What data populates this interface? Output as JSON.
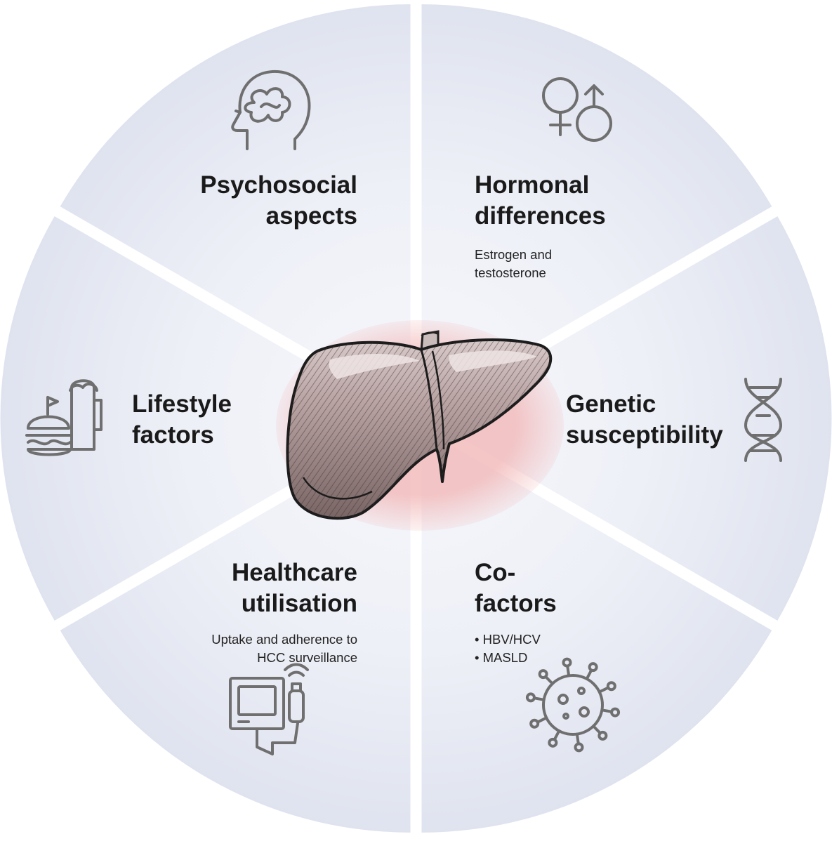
{
  "segments": [
    {
      "id": "psychosocial",
      "title_lines": [
        "Psychosocial",
        "aspects"
      ],
      "detail_lines": [],
      "icon": "head-brain-icon"
    },
    {
      "id": "hormonal",
      "title_lines": [
        "Hormonal",
        "differences"
      ],
      "detail_lines": [
        "Estrogen and",
        "testosterone"
      ],
      "icon": "gender-symbols-icon"
    },
    {
      "id": "genetic",
      "title_lines": [
        "Genetic",
        "susceptibility"
      ],
      "detail_lines": [],
      "icon": "dna-icon"
    },
    {
      "id": "cofactors",
      "title_lines": [
        "Co-",
        "factors"
      ],
      "detail_lines": [
        "• HBV/HCV",
        "• MASLD"
      ],
      "icon": "virus-icon"
    },
    {
      "id": "healthcare",
      "title_lines": [
        "Healthcare",
        "utilisation"
      ],
      "detail_lines": [
        "Uptake and adherence to",
        "HCC surveillance"
      ],
      "icon": "ultrasound-machine-icon"
    },
    {
      "id": "lifestyle",
      "title_lines": [
        "Lifestyle",
        "factors"
      ],
      "detail_lines": [],
      "icon": "burger-beer-icon"
    }
  ],
  "center": {
    "icon": "liver-icon"
  },
  "colors": {
    "wedge_outer": "#dfe3ef",
    "wedge_inner": "#f7f8fc",
    "icon_stroke": "#6f6f6f",
    "liver_fill": "#b8a4a4",
    "liver_glow": "#f2b3b3",
    "text": "#1a1a1a"
  }
}
